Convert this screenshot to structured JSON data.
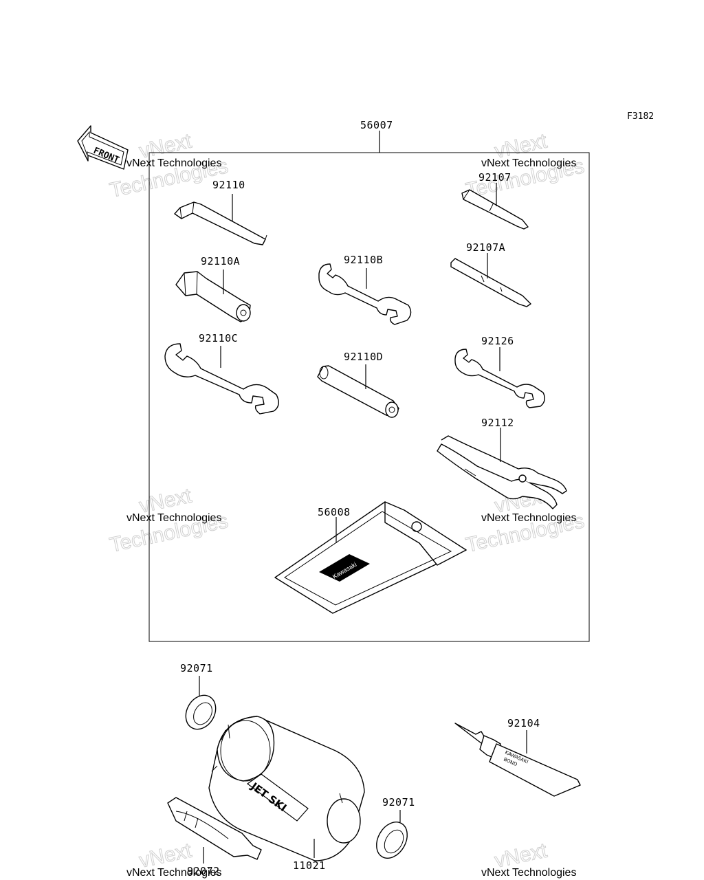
{
  "figure_code": "F3182",
  "front_arrow": {
    "label": "FRONT",
    "icon": "front-direction-arrow-icon"
  },
  "kit": {
    "part_number": "56007"
  },
  "parts": [
    {
      "id": "92110",
      "label": "92110"
    },
    {
      "id": "92107",
      "label": "92107"
    },
    {
      "id": "92110A",
      "label": "92110A"
    },
    {
      "id": "92110B",
      "label": "92110B"
    },
    {
      "id": "92107A",
      "label": "92107A"
    },
    {
      "id": "92110C",
      "label": "92110C"
    },
    {
      "id": "92110D",
      "label": "92110D"
    },
    {
      "id": "92126",
      "label": "92126"
    },
    {
      "id": "92112",
      "label": "92112"
    },
    {
      "id": "56008",
      "label": "56008"
    },
    {
      "id": "92071a",
      "label": "92071"
    },
    {
      "id": "92071b",
      "label": "92071"
    },
    {
      "id": "92104",
      "label": "92104"
    },
    {
      "id": "92072",
      "label": "92072"
    },
    {
      "id": "11021",
      "label": "11021"
    }
  ],
  "printed_marks": {
    "pouch_brand": "Kawasaki",
    "tube_text_1": "KAWASAKI",
    "tube_text_2": "BOND",
    "container_text": "JET SKI"
  },
  "watermark": {
    "line1": "vNext Technologies",
    "line2": "Technologies",
    "line3": "vNext"
  }
}
